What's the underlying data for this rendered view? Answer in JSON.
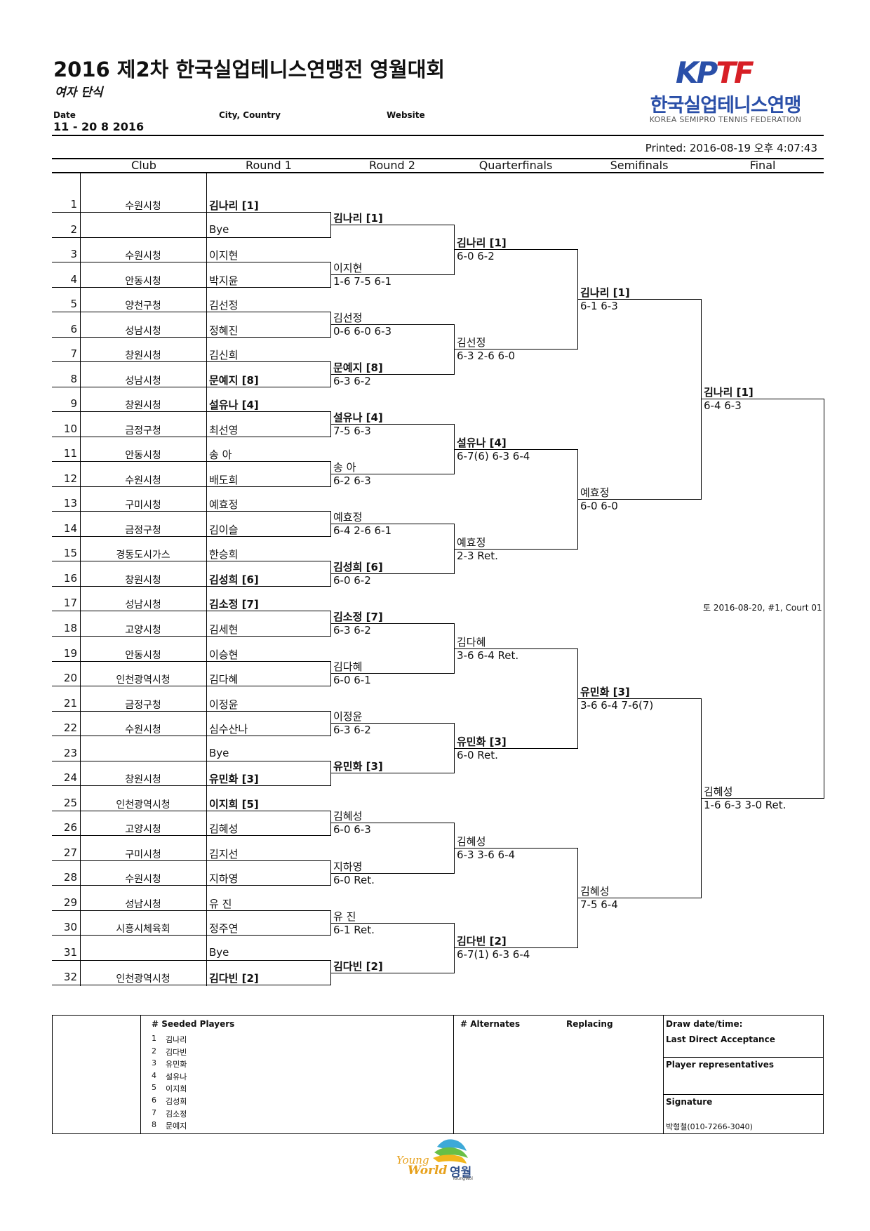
{
  "header": {
    "title": "2016 제2차 한국실업테니스연맹전 영월대회",
    "subtitle": "여자 단식",
    "date_label": "Date",
    "date_value": "11 - 20 8 2016",
    "city_label": "City, Country",
    "website_label": "Website",
    "printed": "Printed: 2016-08-19 오후 4:07:43"
  },
  "logo": {
    "letters": [
      "K",
      "P",
      "T",
      "F"
    ],
    "korean": "한국실업테니스연맹",
    "english": "KOREA SEMIPRO TENNIS FEDERATION",
    "colors": {
      "blue": "#2a4fa8",
      "red": "#d71f26"
    }
  },
  "columns": [
    "Club",
    "Round 1",
    "Round 2",
    "Quarterfinals",
    "Semifinals",
    "Final"
  ],
  "entries": [
    {
      "num": "1",
      "club": "수원시청",
      "name": "김나리 [1]",
      "bold": true
    },
    {
      "num": "2",
      "club": "",
      "name": "Bye",
      "bold": false
    },
    {
      "num": "3",
      "club": "수원시청",
      "name": "이지현",
      "bold": false
    },
    {
      "num": "4",
      "club": "안동시청",
      "name": "박지윤",
      "bold": false
    },
    {
      "num": "5",
      "club": "양천구청",
      "name": "김선정",
      "bold": false
    },
    {
      "num": "6",
      "club": "성남시청",
      "name": "정혜진",
      "bold": false
    },
    {
      "num": "7",
      "club": "창원시청",
      "name": "김신희",
      "bold": false
    },
    {
      "num": "8",
      "club": "성남시청",
      "name": "문예지 [8]",
      "bold": true
    },
    {
      "num": "9",
      "club": "창원시청",
      "name": "설유나 [4]",
      "bold": true
    },
    {
      "num": "10",
      "club": "금정구청",
      "name": "최선영",
      "bold": false
    },
    {
      "num": "11",
      "club": "안동시청",
      "name": "송  아",
      "bold": false
    },
    {
      "num": "12",
      "club": "수원시청",
      "name": "배도희",
      "bold": false
    },
    {
      "num": "13",
      "club": "구미시청",
      "name": "예효정",
      "bold": false
    },
    {
      "num": "14",
      "club": "금정구청",
      "name": "김이슬",
      "bold": false
    },
    {
      "num": "15",
      "club": "경동도시가스",
      "name": "한승희",
      "bold": false
    },
    {
      "num": "16",
      "club": "창원시청",
      "name": "김성희 [6]",
      "bold": true
    },
    {
      "num": "17",
      "club": "성남시청",
      "name": "김소정 [7]",
      "bold": true
    },
    {
      "num": "18",
      "club": "고양시청",
      "name": "김세현",
      "bold": false
    },
    {
      "num": "19",
      "club": "안동시청",
      "name": "이승현",
      "bold": false
    },
    {
      "num": "20",
      "club": "인천광역시청",
      "name": "김다혜",
      "bold": false
    },
    {
      "num": "21",
      "club": "금정구청",
      "name": "이정윤",
      "bold": false
    },
    {
      "num": "22",
      "club": "수원시청",
      "name": "심수산나",
      "bold": false
    },
    {
      "num": "23",
      "club": "",
      "name": "Bye",
      "bold": false
    },
    {
      "num": "24",
      "club": "창원시청",
      "name": "유민화 [3]",
      "bold": true
    },
    {
      "num": "25",
      "club": "인천광역시청",
      "name": "이지희 [5]",
      "bold": true
    },
    {
      "num": "26",
      "club": "고양시청",
      "name": "김혜성",
      "bold": false
    },
    {
      "num": "27",
      "club": "구미시청",
      "name": "김지선",
      "bold": false
    },
    {
      "num": "28",
      "club": "수원시청",
      "name": "지하영",
      "bold": false
    },
    {
      "num": "29",
      "club": "성남시청",
      "name": "유  진",
      "bold": false
    },
    {
      "num": "30",
      "club": "시흥시체육회",
      "name": "정주연",
      "bold": false
    },
    {
      "num": "31",
      "club": "",
      "name": "Bye",
      "bold": false
    },
    {
      "num": "32",
      "club": "인천광역시청",
      "name": "김다빈 [2]",
      "bold": true
    }
  ],
  "round2": [
    {
      "name": "김나리 [1]",
      "bold": true,
      "score": ""
    },
    {
      "name": "이지현",
      "bold": false,
      "score": "1-6 7-5 6-1"
    },
    {
      "name": "김선정",
      "bold": false,
      "score": "0-6 6-0 6-3"
    },
    {
      "name": "문예지 [8]",
      "bold": true,
      "score": "6-3 6-2"
    },
    {
      "name": "설유나 [4]",
      "bold": true,
      "score": "7-5 6-3"
    },
    {
      "name": "송  아",
      "bold": false,
      "score": "6-2 6-3"
    },
    {
      "name": "예효정",
      "bold": false,
      "score": "6-4 2-6 6-1"
    },
    {
      "name": "김성희 [6]",
      "bold": true,
      "score": "6-0 6-2"
    },
    {
      "name": "김소정 [7]",
      "bold": true,
      "score": "6-3 6-2"
    },
    {
      "name": "김다혜",
      "bold": false,
      "score": "6-0 6-1"
    },
    {
      "name": "이정윤",
      "bold": false,
      "score": "6-3 6-2"
    },
    {
      "name": "유민화 [3]",
      "bold": true,
      "score": ""
    },
    {
      "name": "김혜성",
      "bold": false,
      "score": "6-0 6-3"
    },
    {
      "name": "지하영",
      "bold": false,
      "score": "6-0 Ret."
    },
    {
      "name": "유  진",
      "bold": false,
      "score": "6-1 Ret."
    },
    {
      "name": "김다빈 [2]",
      "bold": true,
      "score": ""
    }
  ],
  "quarterfinals": [
    {
      "name": "김나리 [1]",
      "bold": true,
      "score": "6-0 6-2"
    },
    {
      "name": "김선정",
      "bold": false,
      "score": "6-3 2-6 6-0"
    },
    {
      "name": "설유나 [4]",
      "bold": true,
      "score": "6-7(6) 6-3 6-4"
    },
    {
      "name": "예효정",
      "bold": false,
      "score": "2-3 Ret."
    },
    {
      "name": "김다혜",
      "bold": false,
      "score": "3-6 6-4 Ret."
    },
    {
      "name": "유민화 [3]",
      "bold": true,
      "score": "6-0 Ret."
    },
    {
      "name": "김혜성",
      "bold": false,
      "score": "6-3 3-6 6-4"
    },
    {
      "name": "김다빈 [2]",
      "bold": true,
      "score": "6-7(1) 6-3 6-4"
    }
  ],
  "semifinals": [
    {
      "name": "김나리 [1]",
      "bold": true,
      "score": "6-1 6-3"
    },
    {
      "name": "예효정",
      "bold": false,
      "score": "6-0 6-0"
    },
    {
      "name": "유민화 [3]",
      "bold": true,
      "score": "3-6 6-4 7-6(7)"
    },
    {
      "name": "김혜성",
      "bold": false,
      "score": "7-5 6-4"
    }
  ],
  "final": [
    {
      "name": "김나리 [1]",
      "bold": true,
      "score": "6-4 6-3"
    },
    {
      "name": "김혜성",
      "bold": false,
      "score": "1-6 6-3 3-0 Ret."
    }
  ],
  "final_info": "토 2016-08-20, #1, Court 01",
  "footer": {
    "seeded_label": "#  Seeded Players",
    "seeded": [
      {
        "n": "1",
        "name": "김나리"
      },
      {
        "n": "2",
        "name": "김다빈"
      },
      {
        "n": "3",
        "name": "유민화"
      },
      {
        "n": "4",
        "name": "설유나"
      },
      {
        "n": "5",
        "name": "이지희"
      },
      {
        "n": "6",
        "name": "김성희"
      },
      {
        "n": "7",
        "name": "김소정"
      },
      {
        "n": "8",
        "name": "문예지"
      }
    ],
    "alternates_label": "# Alternates",
    "replacing_label": "Replacing",
    "draw_label": "Draw date/time:",
    "lda_label": "Last Direct Acceptance",
    "reps_label": "Player representatives",
    "signature_label": "Signature",
    "signature_value": "박형철(010-7266-3040)"
  },
  "sponsor": {
    "line1": "Young",
    "line2": "World",
    "korean": "영월",
    "small": "YoungWol"
  }
}
